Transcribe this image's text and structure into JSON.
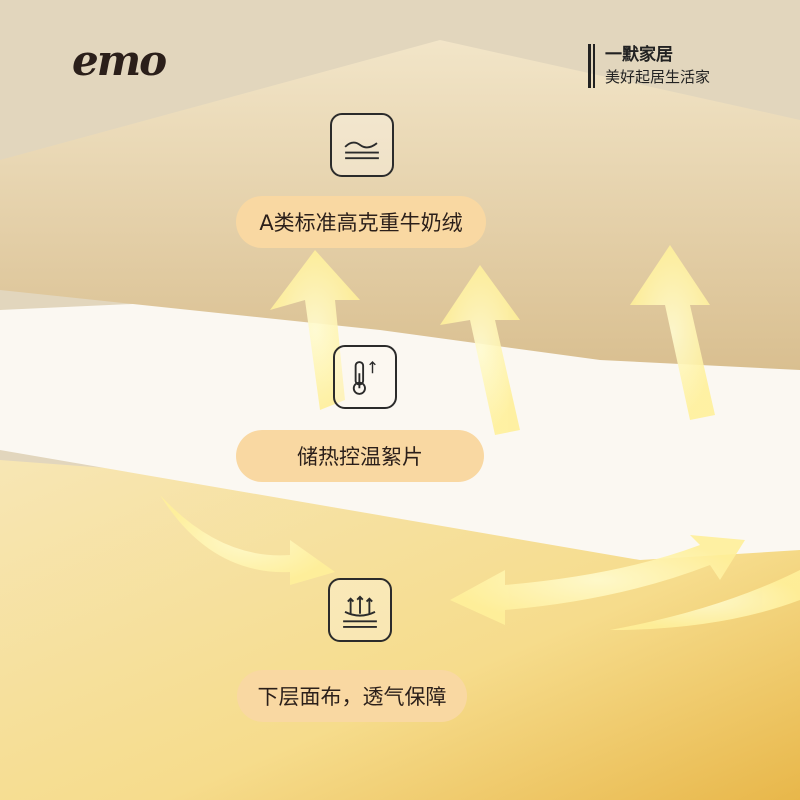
{
  "brand": {
    "logo": "emo",
    "name": "一默家居",
    "slogan": "美好起居生活家"
  },
  "features": [
    {
      "icon": "wave-layers-icon",
      "label": "A类标准高克重牛奶绒"
    },
    {
      "icon": "thermometer-icon",
      "label": "储热控温絮片"
    },
    {
      "icon": "breathable-fabric-icon",
      "label": "下层面布，透气保障"
    }
  ],
  "colors": {
    "pill": "#f9d8a2",
    "plush": "#ead7b0",
    "filling": "#fbf8f2",
    "fabric": "#f5dc8e",
    "arrow": "#fff3a0"
  }
}
